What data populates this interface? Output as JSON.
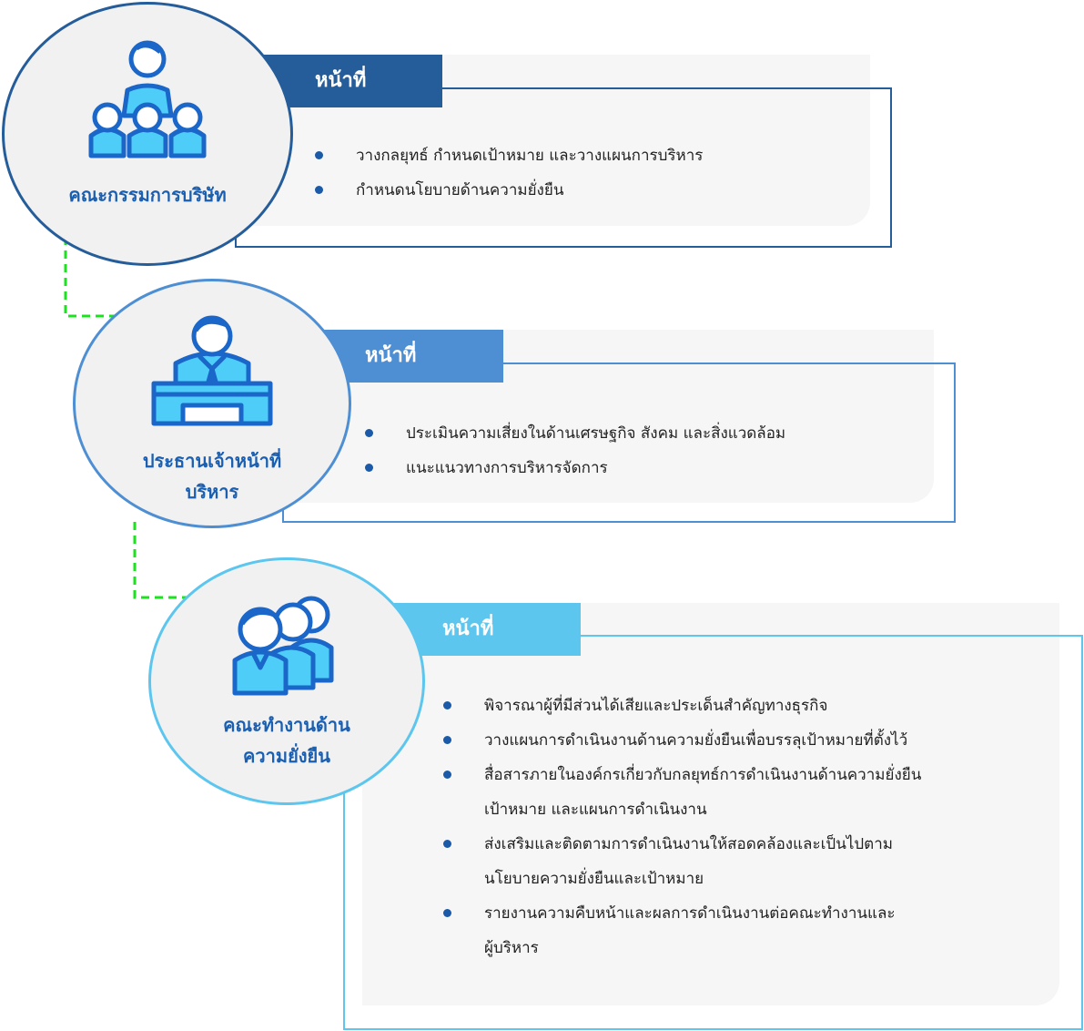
{
  "colors": {
    "dark_blue": "#245d9a",
    "mid_blue": "#4e8fd4",
    "light_blue": "#5cc6ee",
    "icon_fill": "#4ecdf8",
    "connector_green": "#19e31d",
    "role_text": "#1b5fb0"
  },
  "levels": [
    {
      "role": "คณะกรรมการบริษัท",
      "role_line2": "",
      "icon": "board-group-icon",
      "tab_label": "หน้าที่",
      "duties": [
        "วางกลยุทธ์ กำหนดเป้าหมาย และวางแผนการบริหาร",
        "กำหนดนโยบายด้านความยั่งยืน"
      ]
    },
    {
      "role": "ประธานเจ้าหน้าที่",
      "role_line2": "บริหาร",
      "icon": "executive-podium-icon",
      "tab_label": "หน้าที่",
      "duties": [
        "ประเมินความเสี่ยงในด้านเศรษฐกิจ สังคม และสิ่งแวดล้อม",
        "แนะแนวทางการบริหารจัดการ"
      ]
    },
    {
      "role": "คณะทำงานด้าน",
      "role_line2": "ความยั่งยืน",
      "icon": "team-group-icon",
      "tab_label": "หน้าที่",
      "duties": [
        "พิจารณาผู้ที่มีส่วนได้เสียและประเด็นสำคัญทางธุรกิจ",
        "วางแผนการดำเนินงานด้านความยั่งยืนเพื่อบรรลุเป้าหมายที่ตั้งไว้",
        "สื่อสารภายในองค์กรเกี่ยวกับกลยุทธ์การดำเนินงานด้านความยั่งยืน",
        "เป้าหมาย และแผนการดำเนินงาน",
        "ส่งเสริมและติดตามการดำเนินงานให้สอดคล้องและเป็นไปตาม",
        "นโยบายความยั่งยืนและเป้าหมาย",
        "รายงานความคืบหน้าและผลการดำเนินงานต่อคณะทำงานและ",
        "ผู้บริหาร"
      ]
    }
  ]
}
